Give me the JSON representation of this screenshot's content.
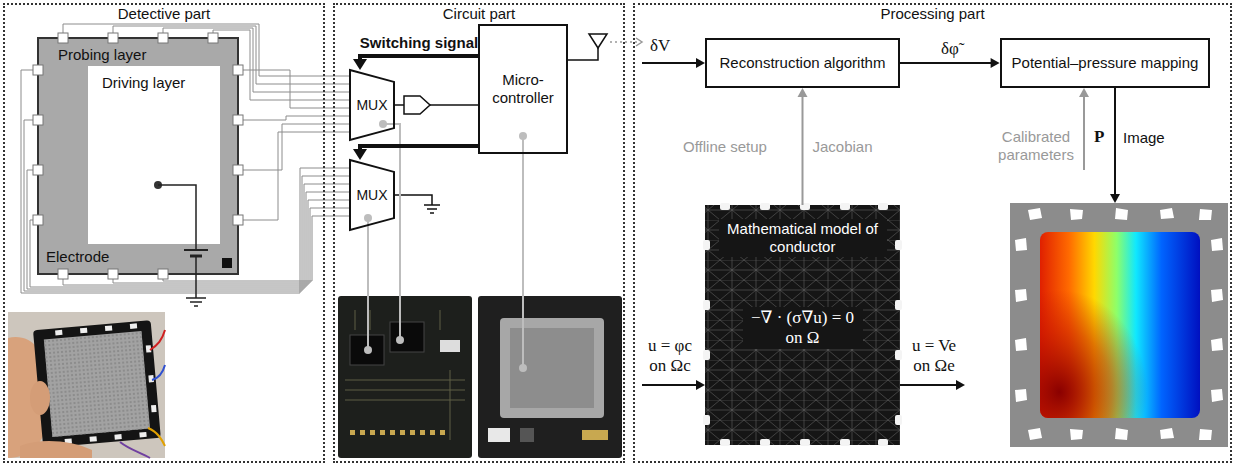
{
  "diagram": {
    "nodes": [
      {
        "text": [
          "Detective part"
        ]
      },
      {
        "text": [
          "Probing layer"
        ],
        "in": 0
      },
      {
        "text": [
          "Driving layer"
        ],
        "in": 1
      },
      {
        "text": [
          "Circuit part"
        ]
      },
      {
        "text": [
          "MUX"
        ],
        "in": 3
      },
      {
        "text": [
          "MUX"
        ],
        "in": 3
      },
      {
        "text": [
          "Micro-controller"
        ],
        "in": 3
      },
      {
        "text": [
          "Processing part"
        ]
      },
      {
        "text": [
          "Reconstruction algorithm"
        ],
        "in": 7
      },
      {
        "text": [
          "Potential–pressure mapping"
        ],
        "in": 7
      },
      {
        "text": [
          "Mathematical model of conductor",
          "−∇ · (σ∇u) = 0 on Ω"
        ],
        "in": 7
      }
    ],
    "edges": [
      {
        "from": 6,
        "to": 4,
        "arrow": "to",
        "label": "Switching signal"
      },
      {
        "from": 6,
        "to": 5,
        "arrow": "to"
      },
      {
        "from": 8,
        "to": 9,
        "arrow": "to",
        "label": "δφ̃"
      },
      {
        "from": 10,
        "to": 8,
        "arrow": "to",
        "label": "Jacobian"
      }
    ],
    "labels": [
      "Electrode",
      "δV",
      "Offline setup",
      "Calibrated parameters",
      "P",
      "Image",
      "u = φc on Ωc",
      "u = Ve on Ωe"
    ]
  }
}
